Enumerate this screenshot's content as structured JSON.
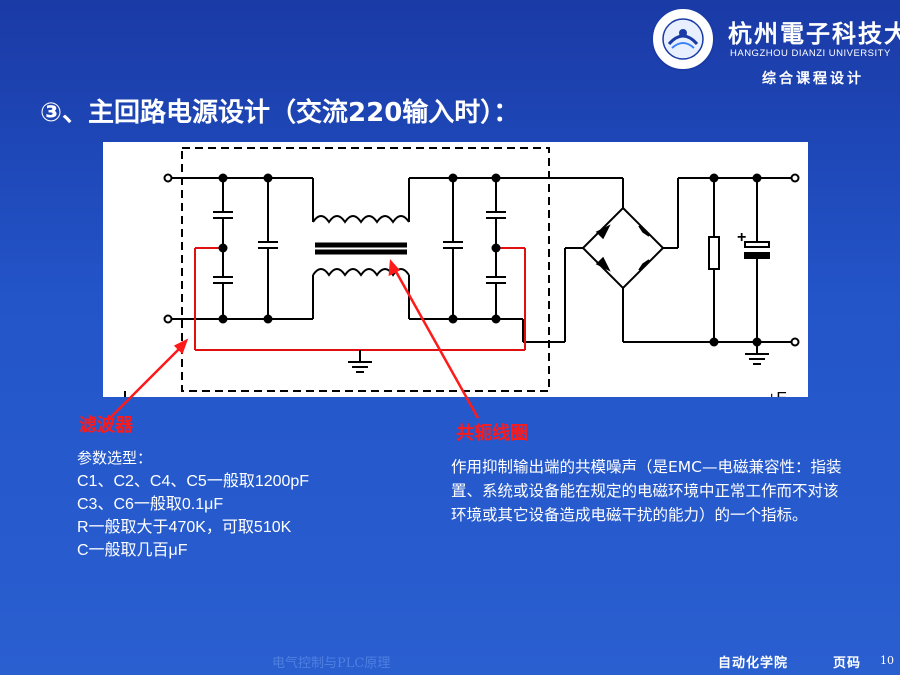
{
  "header": {
    "university_cn": "杭州電子科技大學",
    "university_en": "HANGZHOU DIANZI UNIVERSITY",
    "course": "综合课程设计"
  },
  "slide": {
    "title": "③、主回路电源设计（交流220输入时）：",
    "diagram_label_e": "+E"
  },
  "callouts": {
    "filter": "滤波器",
    "choke": "共轭线圈"
  },
  "params": {
    "heading": "参数选型：",
    "lines": [
      "C1、C2、C4、C5一般取1200pF",
      "C3、C6一般取0.1μF",
      "R一般取大于470K，可取510K",
      "C一般取几百μF"
    ]
  },
  "description": "作用抑制输出端的共模噪声（是EMC—电磁兼容性：指装置、系统或设备能在规定的电磁环境中正常工作而不对该环境或其它设备造成电磁干扰的能力）的一个指标。",
  "footer": {
    "center": "电气控制与PLC原理",
    "school": "自动化学院",
    "page_label": "页码",
    "page_number": "10"
  },
  "colors": {
    "background": "#2355c9",
    "highlight_red": "#ff1a1a",
    "circuit_red": "#e01010",
    "text": "#ffffff"
  }
}
